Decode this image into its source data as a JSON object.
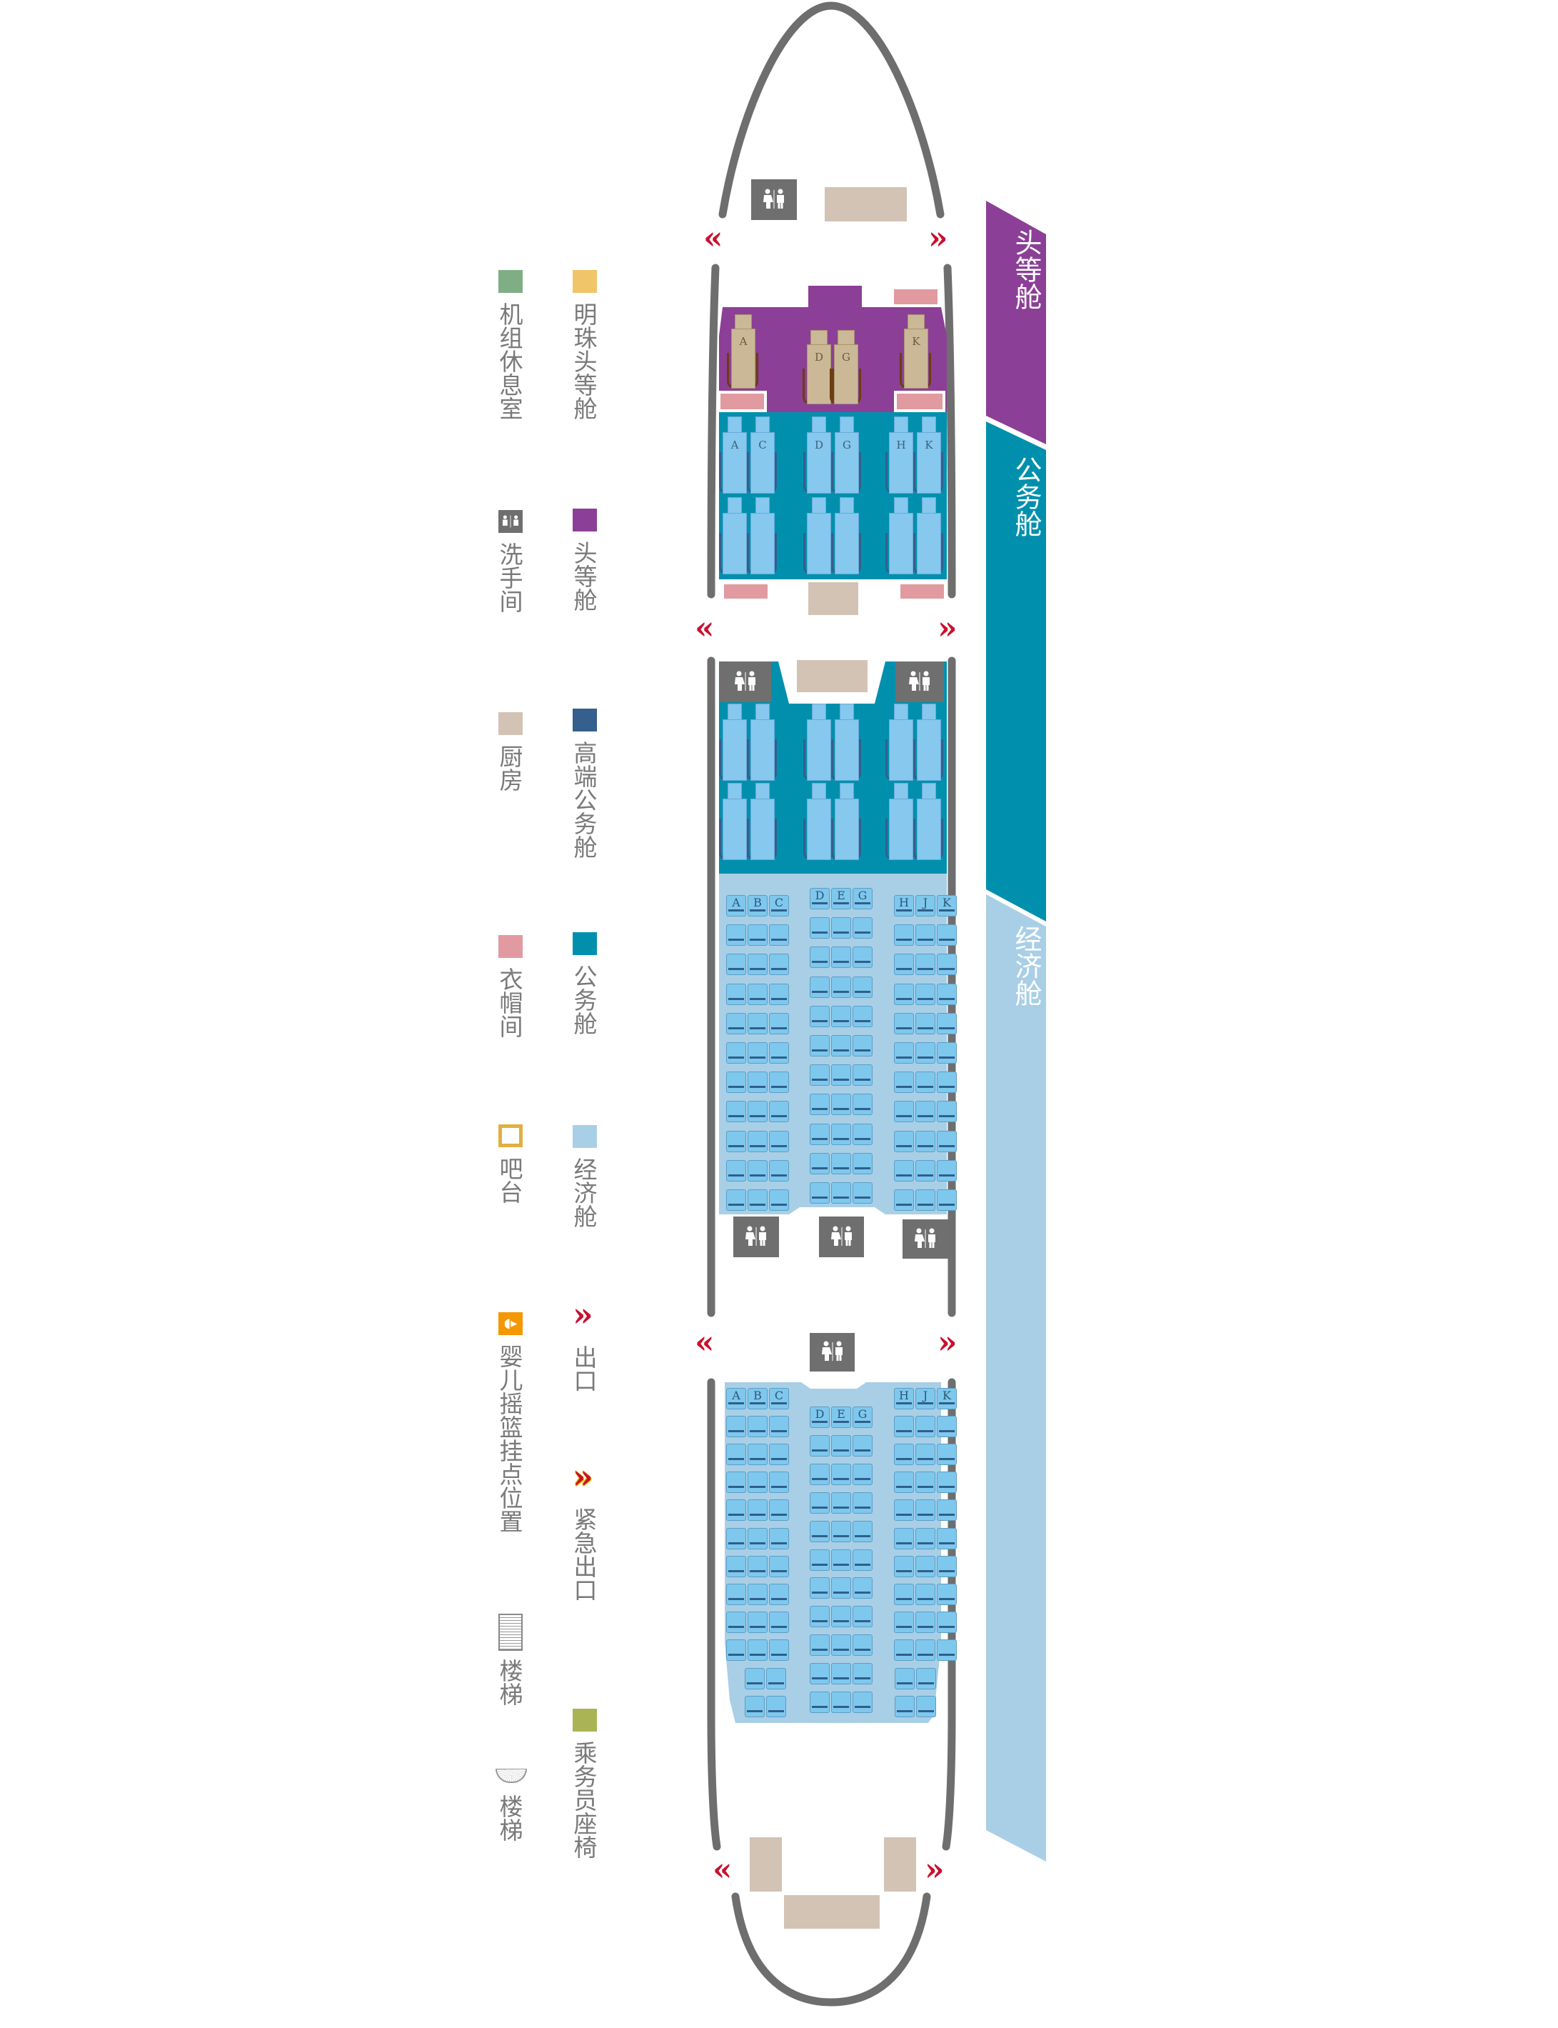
{
  "legend": {
    "left": [
      {
        "label": "机组休息室",
        "icon": "crew-rest-swatch",
        "color": "#7fae85"
      },
      {
        "label": "洗手间",
        "icon": "lavatory-icon",
        "color": "#6f6f6f"
      },
      {
        "label": "厨房",
        "icon": "galley-swatch",
        "color": "#d3c3b5"
      },
      {
        "label": "衣帽间",
        "icon": "closet-swatch",
        "color": "#e09aa0"
      },
      {
        "label": "吧台",
        "icon": "bar-swatch",
        "color": "#e0b040"
      },
      {
        "label": "婴儿摇篮挂点位置",
        "icon": "bassinet-icon",
        "color": "#f39800"
      },
      {
        "label": "楼梯",
        "icon": "straight-stairs-icon",
        "color": "#888888"
      },
      {
        "label": "楼梯",
        "icon": "spiral-stairs-icon",
        "color": "#888888"
      }
    ],
    "right": [
      {
        "label": "明珠头等舱",
        "icon": "pearl-first-swatch",
        "color": "#f0c56a"
      },
      {
        "label": "头等舱",
        "icon": "first-class-swatch",
        "color": "#8c3f96"
      },
      {
        "label": "高端公务舱",
        "icon": "premium-business-swatch",
        "color": "#355f8c"
      },
      {
        "label": "公务舱",
        "icon": "business-swatch",
        "color": "#0090ad"
      },
      {
        "label": "经济舱",
        "icon": "economy-swatch",
        "color": "#a9cfe6"
      },
      {
        "label": "出口",
        "icon": "exit-chevron-icon",
        "color": "#c8102e"
      },
      {
        "label": "紧急出口",
        "icon": "emergency-exit-chevron-icon",
        "color": "#c8102e"
      },
      {
        "label": "乘务员座椅",
        "icon": "crew-seat-swatch",
        "color": "#aab455"
      }
    ]
  },
  "cabin_bands": [
    {
      "label": "头等舱",
      "color": "#8c3f96"
    },
    {
      "label": "公务舱",
      "color": "#0090ad"
    },
    {
      "label": "经济舱",
      "color": "#a9cfe6"
    }
  ],
  "seat_letters": {
    "first": [
      "A",
      "D",
      "G",
      "K"
    ],
    "business": [
      "A",
      "C",
      "D",
      "G",
      "H",
      "K"
    ],
    "economy_left": [
      "A",
      "B",
      "C"
    ],
    "economy_middle": [
      "D",
      "E",
      "G"
    ],
    "economy_right": [
      "H",
      "J",
      "K"
    ]
  },
  "exit_symbol_left": "«",
  "exit_symbol_right": "»"
}
